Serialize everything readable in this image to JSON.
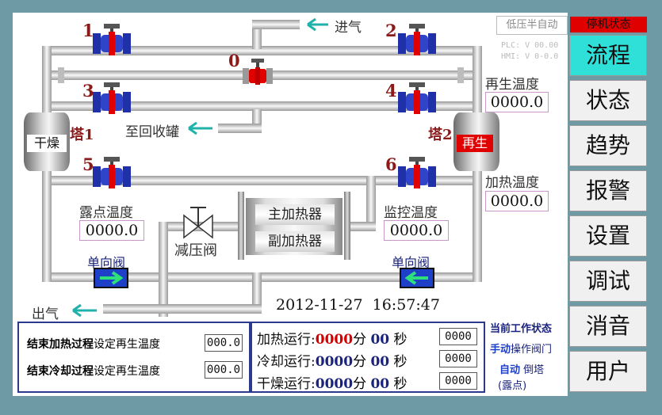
{
  "status": {
    "mode": "低压半自动",
    "machine_state": "停机状态",
    "plc": "PLC: V 00.00",
    "hmi": "HMI: V 0-0.0"
  },
  "flow": {
    "inlet": "进气",
    "outlet": "出气",
    "to_recovery": "至回收罐",
    "tower1": "塔1",
    "tower2": "塔2",
    "dry": "干燥",
    "regen": "再生",
    "valves": [
      "1",
      "2",
      "0",
      "3",
      "4",
      "5",
      "6"
    ],
    "regen_temp_label": "再生温度",
    "regen_temp": "0000.0",
    "heat_temp_label": "加热温度",
    "heat_temp": "0000.0",
    "dew_temp_label": "露点温度",
    "dew_temp": "0000.0",
    "monitor_temp_label": "监控温度",
    "monitor_temp": "0000.0",
    "reducing_valve": "减压阀",
    "main_heater": "主加热器",
    "aux_heater": "副加热器",
    "check_valve_left": "单向阀",
    "check_valve_right": "单向阀",
    "datetime": "2012-11-27  16:57:47"
  },
  "settings": {
    "heat_end_bold": "结束加热过程",
    "heat_end_text": "设定再生温度",
    "heat_end_value": "000.0",
    "cool_end_bold": "结束冷却过程",
    "cool_end_text": "设定再生温度",
    "cool_end_value": "000.0"
  },
  "timers": [
    {
      "label": "加热运行:",
      "min": "0000",
      "min_unit": "分",
      "sec": "00",
      "sec_unit": "秒",
      "box": "0000",
      "color": "#d40000"
    },
    {
      "label": "冷却运行:",
      "min": "0000",
      "min_unit": "分",
      "sec": "00",
      "sec_unit": "秒",
      "box": "0000",
      "color": "#1a237e"
    },
    {
      "label": "干燥运行:",
      "min": "0000",
      "min_unit": "分",
      "sec": "00",
      "sec_unit": "秒",
      "box": "0000",
      "color": "#1a237e"
    }
  ],
  "work": {
    "title": "当前工作状态",
    "manual": "手动",
    "manual_text": "操作阀门",
    "auto": "自动",
    "auto_text": "倒塔",
    "dew": "(露点)"
  },
  "nav": [
    "流程",
    "状态",
    "趋势",
    "报警",
    "设置",
    "调试",
    "消音",
    "用户"
  ]
}
